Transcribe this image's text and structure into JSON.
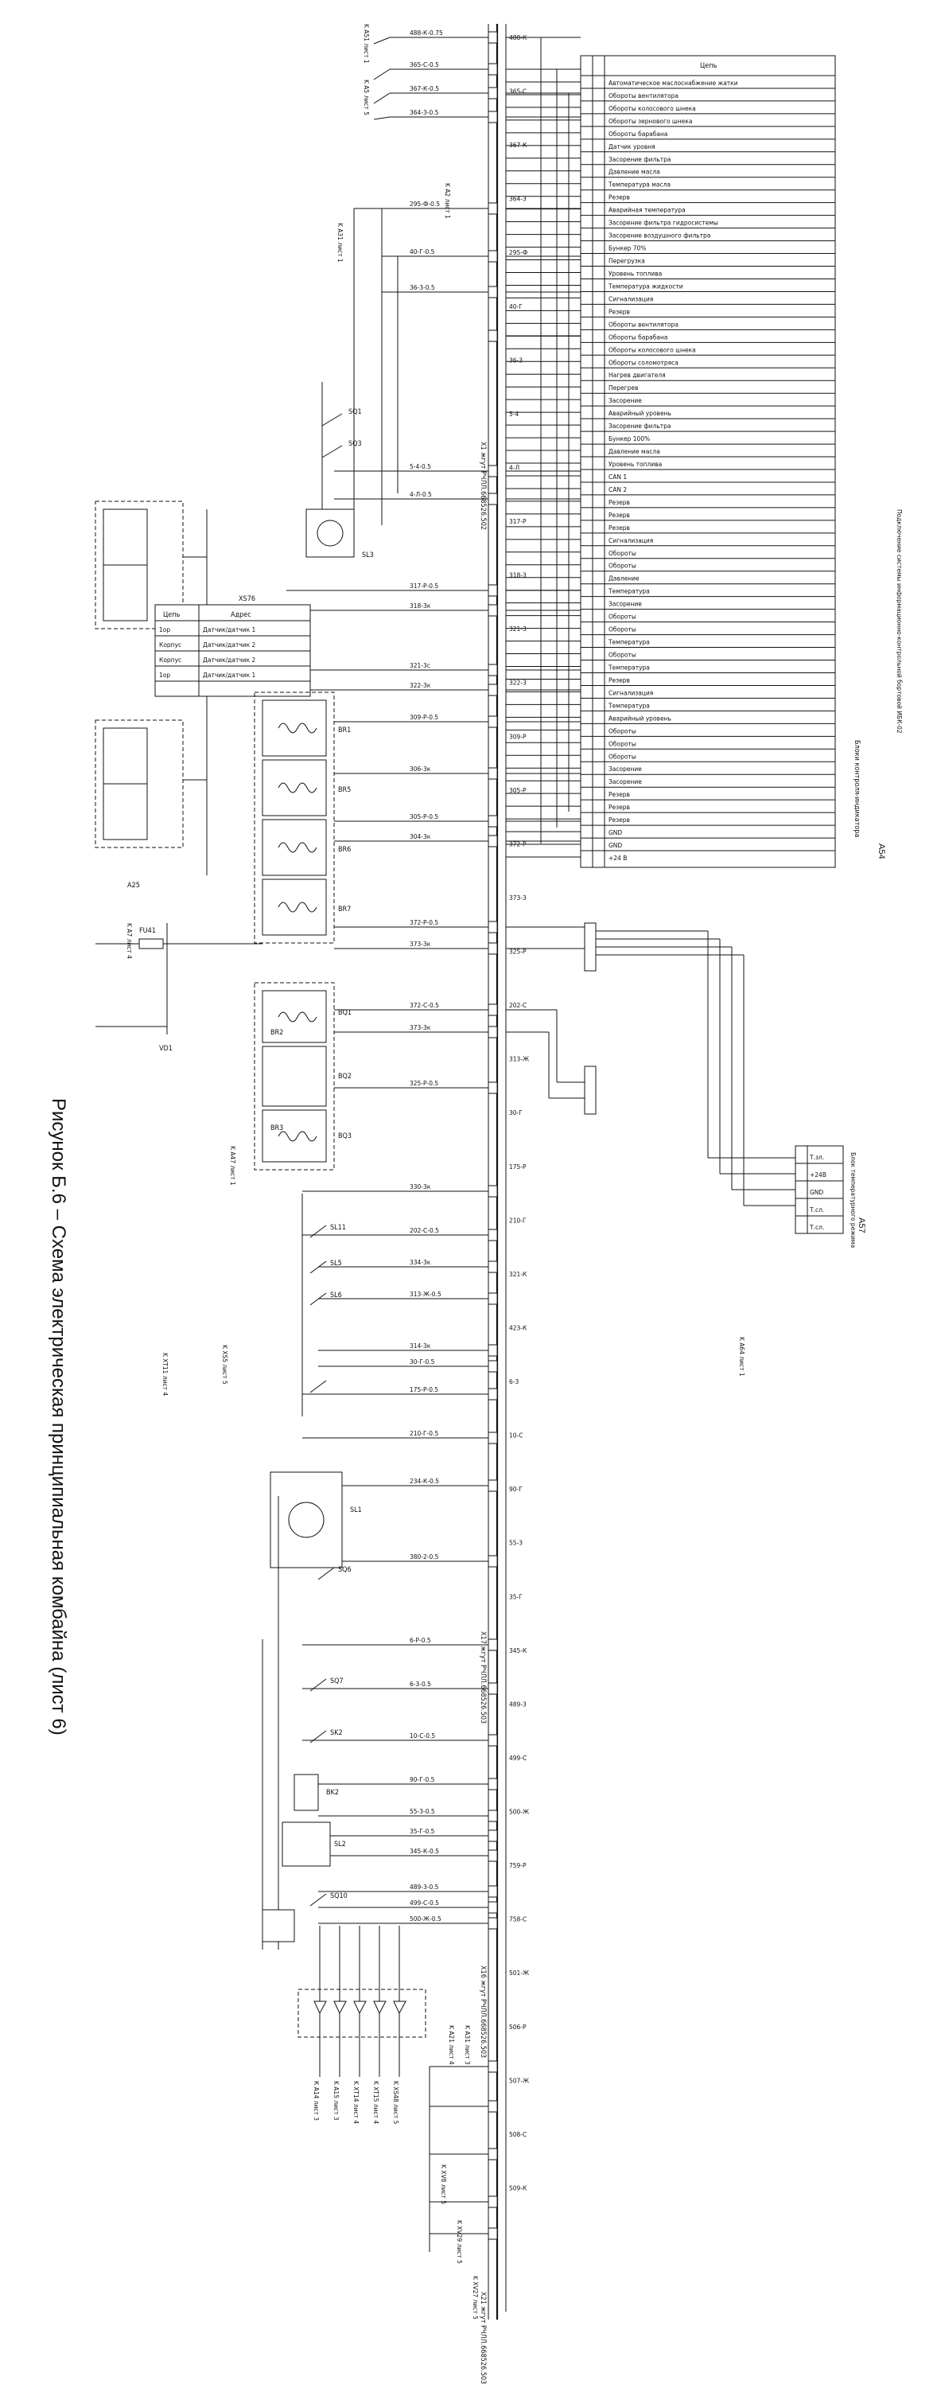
{
  "caption": "Рисунок Б.6 – Схема электрическая принципиальная комбайна (лист 6)",
  "a54": {
    "title": "A54",
    "subtitle": "Блоки контроля-индикатора",
    "header": "Цепь",
    "side_note": "Подключение системы информационно-контрольной бортовой ИБК-02",
    "rows": [
      "Автоматическое маслоснабжение жатки",
      "Обороты вентилятора",
      "Обороты колосового шнека",
      "Обороты зернового шнека",
      "Обороты барабана",
      "Датчик уровня",
      "Засорение фильтра",
      "Давление масла",
      "Температура масла",
      "Резерв",
      "Аварийная температура",
      "Засорение фильтра гидросистемы",
      "Засорение воздушного фильтра",
      "Бункер 70%",
      "Перегрузка",
      "Уровень топлива",
      "Температура жидкости",
      "Сигнализация",
      "Резерв",
      "Обороты вентилятора",
      "Обороты барабана",
      "Обороты колосового шнека",
      "Обороты соломотряса",
      "Нагрев двигателя",
      "Перегрев",
      "Засорение",
      "Аварийный уровень",
      "Засорение фильтра",
      "Бункер 100%",
      "Давление масла",
      "Уровень топлива",
      "CAN 1",
      "CAN 2",
      "Резерв",
      "Резерв",
      "Резерв",
      "Сигнализация",
      "Обороты",
      "Обороты",
      "Давление",
      "Температура",
      "Засорение",
      "Обороты",
      "Обороты",
      "Температура",
      "Обороты",
      "Температура",
      "Резерв",
      "Сигнализация",
      "Температура",
      "Аварийный уровень",
      "Обороты",
      "Обороты",
      "Обороты",
      "Засорение",
      "Засорение",
      "Резерв",
      "Резерв",
      "Резерв",
      "GND",
      "GND",
      "+24 В"
    ]
  },
  "x576": {
    "title": "XS76",
    "header_chain": "Цепь",
    "header_addr": "Адрес",
    "rows": [
      {
        "chain": "1ор",
        "addr": "Датчик/датчик 1"
      },
      {
        "chain": "Корпус",
        "addr": "Датчик/датчик 2"
      },
      {
        "chain": "Корпус",
        "addr": "Датчик/датчик 2"
      },
      {
        "chain": "1ор",
        "addr": "Датчик/датчик 1"
      }
    ]
  },
  "a57": {
    "title": "A57",
    "label": "Блок температурного режима",
    "rows": [
      "Т.зл.",
      "+24В",
      "GND",
      "Т.сл.",
      "Т.сл."
    ]
  },
  "harness_labels": [
    "X1 жгут РЧЛЛ.668526.502",
    "X16 жгут РЧЛЛ.668526.503",
    "X17 жгут РЧЛЛ.668526.503",
    "X21 жгут РЧЛЛ.668526.503"
  ],
  "component_labels": [
    "SL3",
    "SQ1",
    "SQ3",
    "BR1",
    "BR5",
    "BR6",
    "BR7",
    "BQ1",
    "BQ2",
    "BQ3",
    "SL11",
    "SL5",
    "SL6",
    "SQ6",
    "SL1",
    "SQ7",
    "SK2",
    "BK2",
    "SL2",
    "SQ10",
    "BR2",
    "BR3",
    "A25",
    "VD1",
    "FU41"
  ],
  "sheet_refs": [
    "K A51 лист 1",
    "K A5 лист 5",
    "K A2 лист 1",
    "K A31 лист 1",
    "K A7 лист 4",
    "K A47 лист 1",
    "K A64 лист 1",
    "K XT11 лист 4",
    "K XS5 лист 5"
  ],
  "left_wire_labels": [
    "488-К-0.75",
    "365-С-0.5",
    "367-К-0.5",
    "364-3-0.5",
    "295-Ф-0.5",
    "40-Г-0.5",
    "36-3-0.5",
    "5-4-0.5",
    "4-Л-0.5",
    "317-Р-0.5",
    "318-3к",
    "321-3с",
    "322-3к",
    "309-Р-0.5",
    "306-3к",
    "305-Р-0.5",
    "304-3к",
    "372-Р-0.5",
    "373-3к",
    "372-С-0.5",
    "373-3к",
    "325-Р-0.5",
    "330-3к",
    "202-С-0.5",
    "334-3к",
    "313-Ж-0.5",
    "314-3к",
    "30-Г-0.5",
    "175-Р-0.5",
    "210-Г-0.5",
    "234-К-0.5",
    "380-2-0.5",
    "6-Р-0.5",
    "6-3-0.5",
    "10-С-0.5",
    "90-Г-0.5",
    "55-3-0.5",
    "35-Г-0.5",
    "345-К-0.5",
    "489-3-0.5",
    "499-С-0.5",
    "500-Ж-0.5"
  ],
  "right_wire_labels": [
    "488-К",
    "365-С",
    "367-К",
    "364-3",
    "295-Ф",
    "40-Г",
    "36-3",
    "5-4",
    "4-Л",
    "317-Р",
    "318-3",
    "321-3",
    "322-3",
    "309-Р",
    "305-Р",
    "372-Р",
    "373-3",
    "325-Р",
    "202-С",
    "313-Ж",
    "30-Г",
    "175-Р",
    "210-Г",
    "321-К",
    "423-К",
    "6-3",
    "10-С",
    "90-Г",
    "55-3",
    "35-Г",
    "345-К",
    "489-3",
    "499-С",
    "500-Ж",
    "759-Р",
    "758-С",
    "501-Ж",
    "506-Р",
    "507-Ж",
    "508-С",
    "509-К"
  ],
  "bottom_refs": [
    "К A14 лист 3",
    "K A15 лист 3",
    "K XT14 лист 4",
    "K XT15 лист 4",
    "K XS48 лист 5",
    "K A21 лист 4",
    "K A31 лист 3",
    "K XV8 лист 5",
    "K XV29 лист 5",
    "K XV27 лист 5"
  ]
}
